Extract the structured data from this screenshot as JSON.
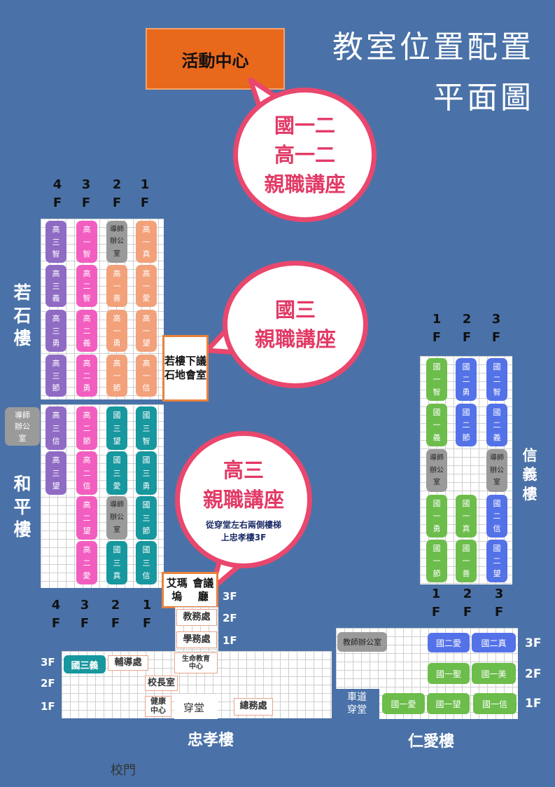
{
  "title": {
    "line1": "教室位置配置",
    "line2": "平面圖"
  },
  "activity_center": "活動中心",
  "bubbles": {
    "top": {
      "line1": "國一二",
      "line2": "高一二",
      "line3": "親職講座"
    },
    "middle": {
      "line1": "國三",
      "line2": "親職講座"
    },
    "bottom": {
      "line1": "高三",
      "line2": "親職講座",
      "note1": "從穿堂左右兩側樓梯",
      "note2": "上忠孝樓3F"
    }
  },
  "left_wing": {
    "floor_headers": [
      {
        "n": "4",
        "f": "F"
      },
      {
        "n": "3",
        "f": "F"
      },
      {
        "n": "2",
        "f": "F"
      },
      {
        "n": "1",
        "f": "F"
      }
    ],
    "ruoshi_name": [
      "若",
      "石",
      "樓"
    ],
    "heping_name": [
      "和",
      "平",
      "樓"
    ],
    "ruoshi_rows": [
      [
        {
          "c": "purple",
          "t": [
            "高",
            "三",
            "智"
          ]
        },
        {
          "c": "pink",
          "t": [
            "高",
            "一",
            "智"
          ]
        },
        {
          "c": "gray",
          "t": [
            "導師",
            "辦公",
            "室"
          ]
        },
        {
          "c": "salmon",
          "t": [
            "高",
            "一",
            "真"
          ]
        }
      ],
      [
        {
          "c": "purple",
          "t": [
            "高",
            "三",
            "義"
          ]
        },
        {
          "c": "pink",
          "t": [
            "高",
            "二",
            "智"
          ]
        },
        {
          "c": "salmon",
          "t": [
            "高",
            "一",
            "善"
          ]
        },
        {
          "c": "salmon",
          "t": [
            "高",
            "一",
            "愛"
          ]
        }
      ],
      [
        {
          "c": "purple",
          "t": [
            "高",
            "三",
            "勇"
          ]
        },
        {
          "c": "pink",
          "t": [
            "高",
            "二",
            "義"
          ]
        },
        {
          "c": "salmon",
          "t": [
            "高",
            "一",
            "勇"
          ]
        },
        {
          "c": "salmon",
          "t": [
            "高",
            "一",
            "望"
          ]
        }
      ],
      [
        {
          "c": "purple",
          "t": [
            "高",
            "三",
            "節"
          ]
        },
        {
          "c": "pink",
          "t": [
            "高",
            "二",
            "勇"
          ]
        },
        {
          "c": "salmon",
          "t": [
            "高",
            "一",
            "節"
          ]
        },
        {
          "c": "salmon",
          "t": [
            "高",
            "一",
            "信"
          ]
        }
      ]
    ],
    "heping_rows": [
      [
        {
          "c": "purple",
          "t": [
            "高",
            "三",
            "信"
          ]
        },
        {
          "c": "pink",
          "t": [
            "高",
            "二",
            "節"
          ]
        },
        {
          "c": "teal",
          "t": [
            "國",
            "三",
            "望"
          ]
        },
        {
          "c": "teal",
          "t": [
            "國",
            "三",
            "智"
          ]
        }
      ],
      [
        {
          "c": "purple",
          "t": [
            "高",
            "三",
            "望"
          ]
        },
        {
          "c": "pink",
          "t": [
            "高",
            "二",
            "信"
          ]
        },
        {
          "c": "teal",
          "t": [
            "國",
            "三",
            "愛"
          ]
        },
        {
          "c": "teal",
          "t": [
            "國",
            "三",
            "勇"
          ]
        }
      ],
      [
        null,
        {
          "c": "pink",
          "t": [
            "高",
            "二",
            "望"
          ]
        },
        {
          "c": "gray",
          "t": [
            "導師",
            "辦公",
            "室"
          ]
        },
        {
          "c": "teal",
          "t": [
            "國",
            "三",
            "節"
          ]
        }
      ],
      [
        null,
        {
          "c": "pink",
          "t": [
            "高",
            "二",
            "愛"
          ]
        },
        {
          "c": "teal",
          "t": [
            "國",
            "三",
            "真"
          ]
        },
        {
          "c": "teal",
          "t": [
            "國",
            "三",
            "信"
          ]
        }
      ]
    ],
    "side_office": [
      "導師",
      "辦公",
      "室"
    ],
    "basement_room": [
      "若石",
      "樓地",
      "下會",
      "議室"
    ]
  },
  "right_wing": {
    "floor_headers": [
      {
        "n": "1",
        "f": "F"
      },
      {
        "n": "2",
        "f": "F"
      },
      {
        "n": "3",
        "f": "F"
      }
    ],
    "name": [
      "信",
      "義",
      "樓"
    ],
    "rows": [
      [
        {
          "c": "green",
          "t": [
            "國",
            "一",
            "智"
          ]
        },
        {
          "c": "blue",
          "t": [
            "國",
            "二",
            "勇"
          ]
        },
        {
          "c": "blue",
          "t": [
            "國",
            "二",
            "智"
          ]
        }
      ],
      [
        {
          "c": "green",
          "t": [
            "國",
            "一",
            "義"
          ]
        },
        {
          "c": "blue",
          "t": [
            "國",
            "二",
            "節"
          ]
        },
        {
          "c": "blue",
          "t": [
            "國",
            "二",
            "義"
          ]
        }
      ],
      [
        {
          "c": "gray",
          "t": [
            "導師",
            "辦公",
            "室"
          ]
        },
        null,
        {
          "c": "gray",
          "t": [
            "導師",
            "辦公",
            "室"
          ]
        }
      ],
      [
        {
          "c": "green",
          "t": [
            "國",
            "一",
            "勇"
          ]
        },
        {
          "c": "green",
          "t": [
            "國",
            "一",
            "真"
          ]
        },
        {
          "c": "blue",
          "t": [
            "國",
            "二",
            "信"
          ]
        }
      ],
      [
        {
          "c": "green",
          "t": [
            "國",
            "一",
            "節"
          ]
        },
        {
          "c": "green",
          "t": [
            "國",
            "一",
            "善"
          ]
        },
        {
          "c": "blue",
          "t": [
            "國",
            "二",
            "望"
          ]
        }
      ]
    ]
  },
  "zhongxiao": {
    "name": "忠孝樓",
    "floor_headers": [
      {
        "n": "4",
        "f": "F"
      },
      {
        "n": "3",
        "f": "F"
      },
      {
        "n": "2",
        "f": "F"
      },
      {
        "n": "1",
        "f": "F"
      }
    ],
    "emma_hall": [
      "艾瑪塢",
      "會議廳"
    ],
    "tower_floors": [
      "3F",
      "2F",
      "1F"
    ],
    "academic_office": "教務處",
    "student_office": "學務處",
    "floors": [
      "3F",
      "2F",
      "1F"
    ],
    "guo_san_yi": "國三義",
    "counseling": "輔導處",
    "life_education": [
      "生命教育",
      "中心"
    ],
    "principal": "校長室",
    "health_center": [
      "健康",
      "中心"
    ],
    "hallway": "穿堂",
    "general_affairs": "總務處"
  },
  "renai": {
    "name": "仁愛樓",
    "floor_headers": [
      {
        "n": "1",
        "f": "F"
      },
      {
        "n": "2",
        "f": "F"
      },
      {
        "n": "3",
        "f": "F"
      }
    ],
    "floors": [
      "3F",
      "2F",
      "1F"
    ],
    "teacher_office": "教師辦公室",
    "rooms_3f": [
      "國二愛",
      "國二真"
    ],
    "rooms_2f": [
      "國一聖",
      "國一美"
    ],
    "rooms_1f": [
      "國一愛",
      "國一望",
      "國一信"
    ],
    "driveway": [
      "車道",
      "穿堂"
    ]
  },
  "gate": "校門",
  "colors": {
    "background": "#4a72a8",
    "bubble_border": "#e9476d",
    "bubble_text": "#e23a66",
    "orange": "#e8681c"
  }
}
